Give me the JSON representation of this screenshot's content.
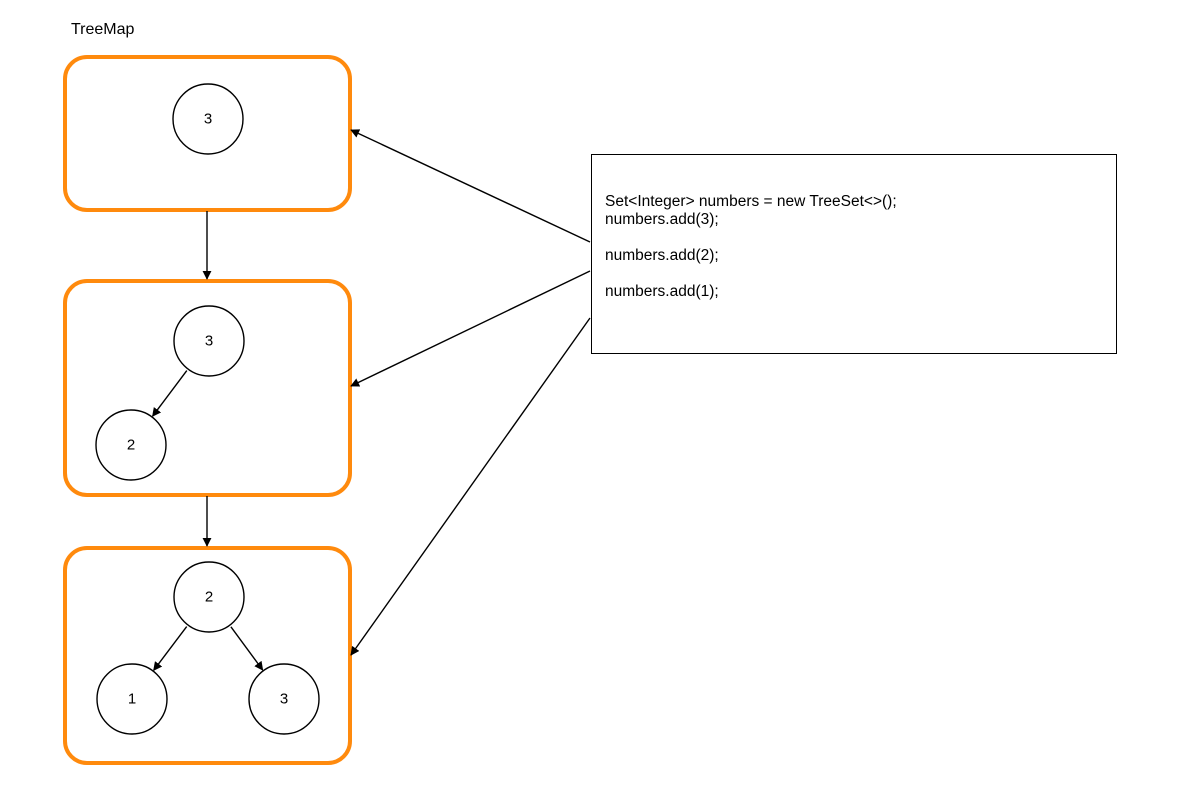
{
  "title": "TreeMap",
  "accent_color": "#ff8a0d",
  "states": [
    {
      "nodes": [
        {
          "id": "s1-n3",
          "label": "3"
        }
      ],
      "edges": []
    },
    {
      "nodes": [
        {
          "id": "s2-n3",
          "label": "3"
        },
        {
          "id": "s2-n2",
          "label": "2"
        }
      ],
      "edges": [
        {
          "from": "s2-n3",
          "to": "s2-n2"
        }
      ]
    },
    {
      "nodes": [
        {
          "id": "s3-n2",
          "label": "2"
        },
        {
          "id": "s3-n1",
          "label": "1"
        },
        {
          "id": "s3-n3",
          "label": "3"
        }
      ],
      "edges": [
        {
          "from": "s3-n2",
          "to": "s3-n1"
        },
        {
          "from": "s3-n2",
          "to": "s3-n3"
        }
      ]
    }
  ],
  "code": {
    "lines": [
      "Set<Integer> numbers = new TreeSet<>();",
      "numbers.add(3);",
      "numbers.add(2);",
      "numbers.add(1);"
    ]
  }
}
